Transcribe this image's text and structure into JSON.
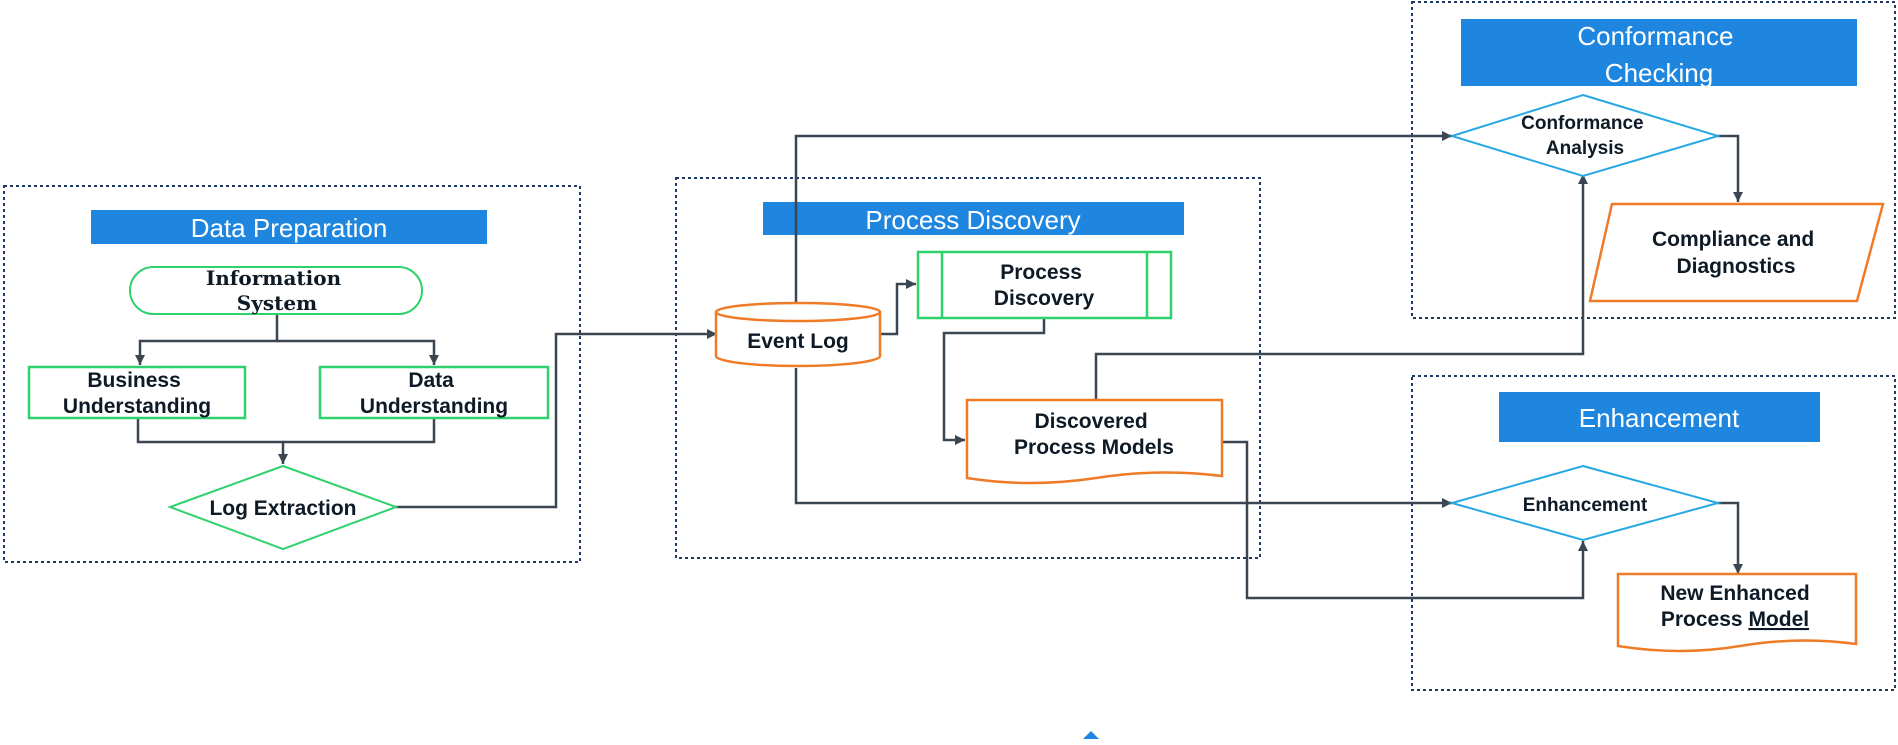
{
  "diagram": {
    "sections": {
      "data_preparation": "Data Preparation",
      "process_discovery": "Process Discovery",
      "conformance_checking": [
        "Conformance",
        "Checking"
      ],
      "enhancement": "Enhancement"
    },
    "nodes": {
      "information_system": [
        "Information",
        "System"
      ],
      "business_understanding": [
        "Business",
        "Understanding"
      ],
      "data_understanding": [
        "Data",
        "Understanding"
      ],
      "log_extraction": "Log Extraction",
      "event_log": "Event Log",
      "process_discovery": [
        "Process",
        "Discovery"
      ],
      "discovered_models": [
        "Discovered",
        "Process Models"
      ],
      "conformance_analysis": [
        "Conformance",
        "Analysis"
      ],
      "compliance": [
        "Compliance and",
        "Diagnostics"
      ],
      "enhancement": "Enhancement",
      "new_model_line1": "New Enhanced",
      "new_model_line2a": "Process ",
      "new_model_line2b": "Model"
    },
    "colors": {
      "banner_blue": "#1f86e0",
      "green": "#2fd16d",
      "orange": "#f07b26",
      "cyan": "#26a8e2",
      "container_border": "#1f3a66",
      "connector": "#3a4652",
      "text": "#0e1a26"
    }
  }
}
